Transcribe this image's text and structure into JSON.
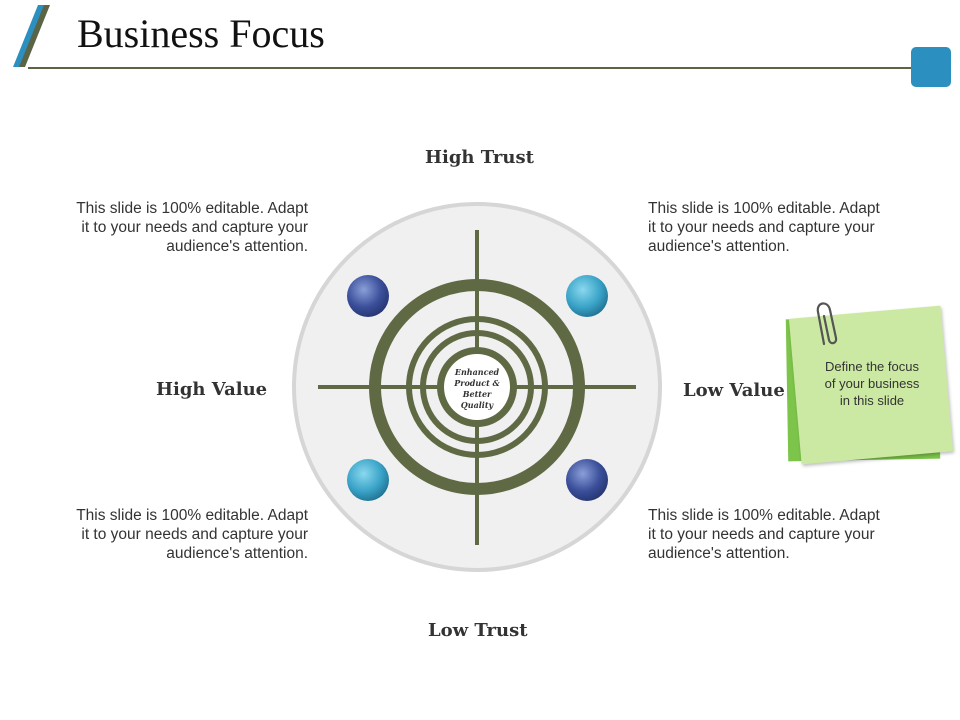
{
  "slide": {
    "title": "Business Focus"
  },
  "axes": {
    "top": "High Trust",
    "bottom": "Low Trust",
    "left": "High Value",
    "right": "Low Value"
  },
  "center_label": [
    "Enhanced",
    "Product &",
    "Better",
    "Quality"
  ],
  "descriptions": {
    "top_left": [
      "This slide is 100% editable. Adapt",
      "it to your needs and capture your",
      "audience's attention."
    ],
    "top_right": [
      "This slide is 100% editable. Adapt",
      "it to your needs and capture your",
      "audience's attention."
    ],
    "bottom_left": [
      "This slide is 100% editable. Adapt",
      "it to your needs and capture your",
      "audience's attention."
    ],
    "bottom_right": [
      "This slide is 100% editable. Adapt",
      "it to your needs and capture your",
      "audience's attention."
    ]
  },
  "sticky_note": {
    "text": [
      "Define the focus",
      "of your business",
      "in this slide"
    ]
  },
  "colors": {
    "accent_blue": "#2b8fbf",
    "target_olive": "#5f6a45",
    "dot_navy": "#3a4e9a",
    "dot_teal": "#3aa3c8",
    "note_green": "#cce9a4"
  }
}
